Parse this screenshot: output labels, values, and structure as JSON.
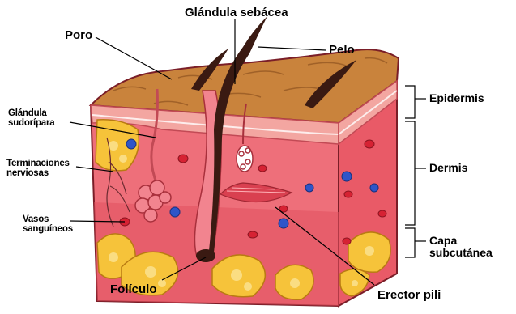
{
  "labels": {
    "poro": "Poro",
    "glandula_sebacea": "Glándula sebácea",
    "pelo": "Pelo",
    "glandula_sudoripara": [
      "Glándula",
      "sudorípara"
    ],
    "terminaciones_nerviosas": [
      "Terminaciones",
      "nerviosas"
    ],
    "vasos_sanguineos": [
      "Vasos",
      "sanguíneos"
    ],
    "foliculo": "Folículo",
    "erector_pili": "Erector pili",
    "epidermis": "Epidermis",
    "dermis": "Dermis",
    "capa_subcutanea": [
      "Capa",
      "subcutánea"
    ]
  },
  "colors": {
    "surface": "#c9833c",
    "epidermis": "#f3a6a1",
    "dermis": "#ee6f7a",
    "dermis_dark": "#d9404e",
    "fat": "#f6c33a",
    "fat_light": "#fbe08a",
    "hair": "#3a1a12",
    "vessel": "#2e55c8",
    "outline": "#7a1e28"
  }
}
